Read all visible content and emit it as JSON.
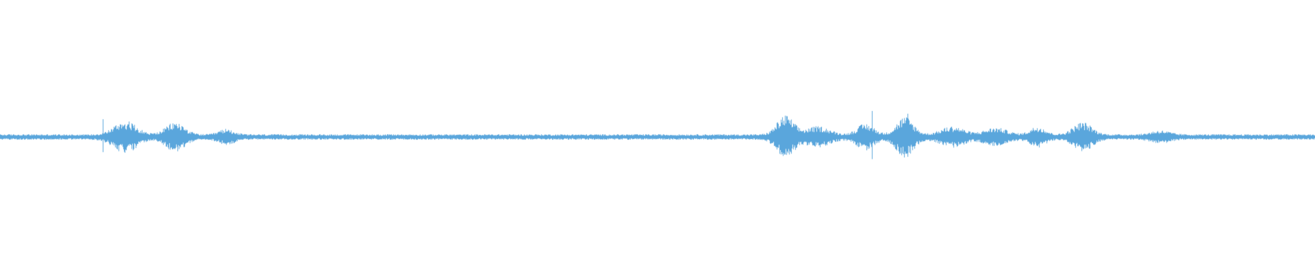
{
  "waveform": {
    "color": "#5aa6dc",
    "background": "#ffffff",
    "baseline_amplitude": 0.02,
    "bursts": [
      {
        "center": 0.095,
        "width": 0.012,
        "amplitude": 0.1
      },
      {
        "center": 0.133,
        "width": 0.01,
        "amplitude": 0.09
      },
      {
        "center": 0.172,
        "width": 0.008,
        "amplitude": 0.04
      },
      {
        "center": 0.597,
        "width": 0.009,
        "amplitude": 0.14
      },
      {
        "center": 0.622,
        "width": 0.012,
        "amplitude": 0.06
      },
      {
        "center": 0.658,
        "width": 0.009,
        "amplitude": 0.08
      },
      {
        "center": 0.688,
        "width": 0.009,
        "amplitude": 0.13
      },
      {
        "center": 0.724,
        "width": 0.012,
        "amplitude": 0.06
      },
      {
        "center": 0.757,
        "width": 0.012,
        "amplitude": 0.05
      },
      {
        "center": 0.789,
        "width": 0.008,
        "amplitude": 0.06
      },
      {
        "center": 0.823,
        "width": 0.01,
        "amplitude": 0.09
      },
      {
        "center": 0.882,
        "width": 0.01,
        "amplitude": 0.03
      }
    ],
    "spikes": [
      {
        "position": 0.078,
        "amplitude": 0.13
      },
      {
        "position": 0.597,
        "amplitude": 0.15
      },
      {
        "position": 0.663,
        "amplitude": 0.19
      },
      {
        "position": 0.69,
        "amplitude": 0.17
      }
    ]
  }
}
